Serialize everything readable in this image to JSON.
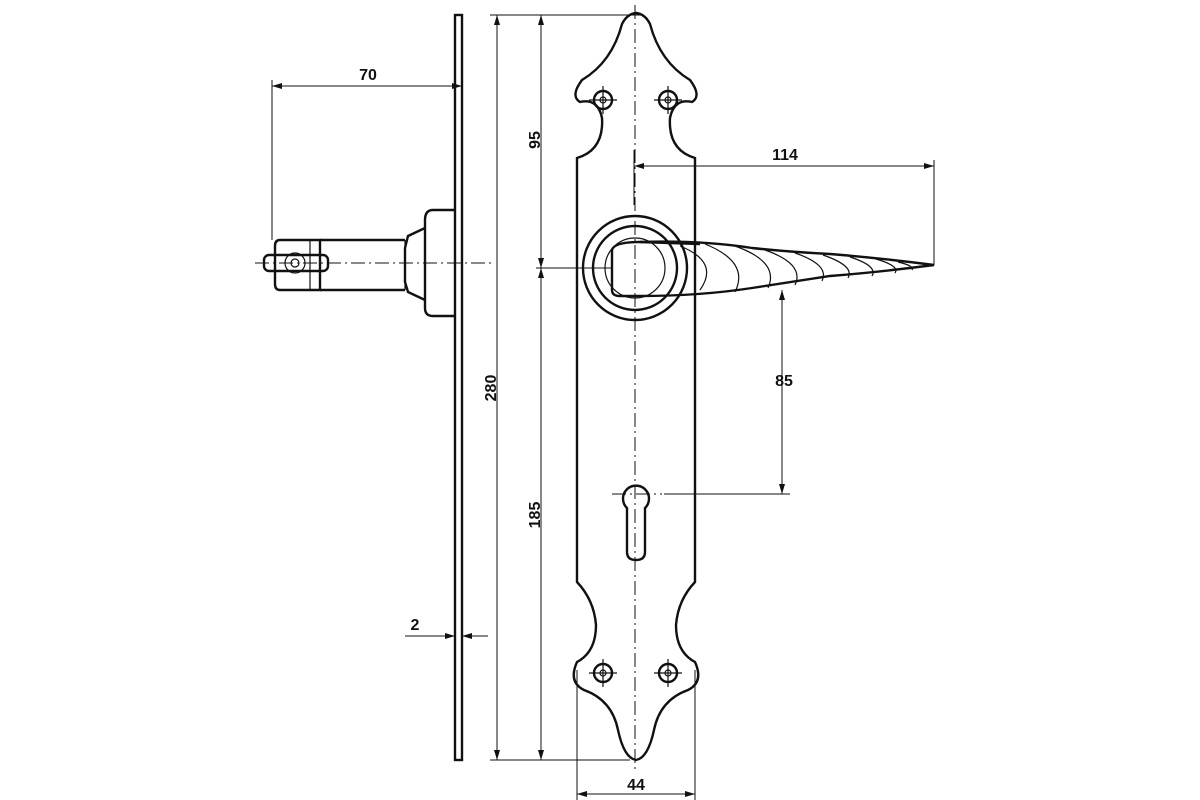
{
  "dimensions": {
    "lever_projection_side": "70",
    "plate_height_total": "280",
    "top_to_handle_axis": "95",
    "handle_axis_to_bottom": "185",
    "plate_thickness": "2",
    "lever_length": "114",
    "handle_to_keyhole": "85",
    "plate_width": "44"
  },
  "colors": {
    "line": "#111111",
    "background": "#ffffff"
  }
}
